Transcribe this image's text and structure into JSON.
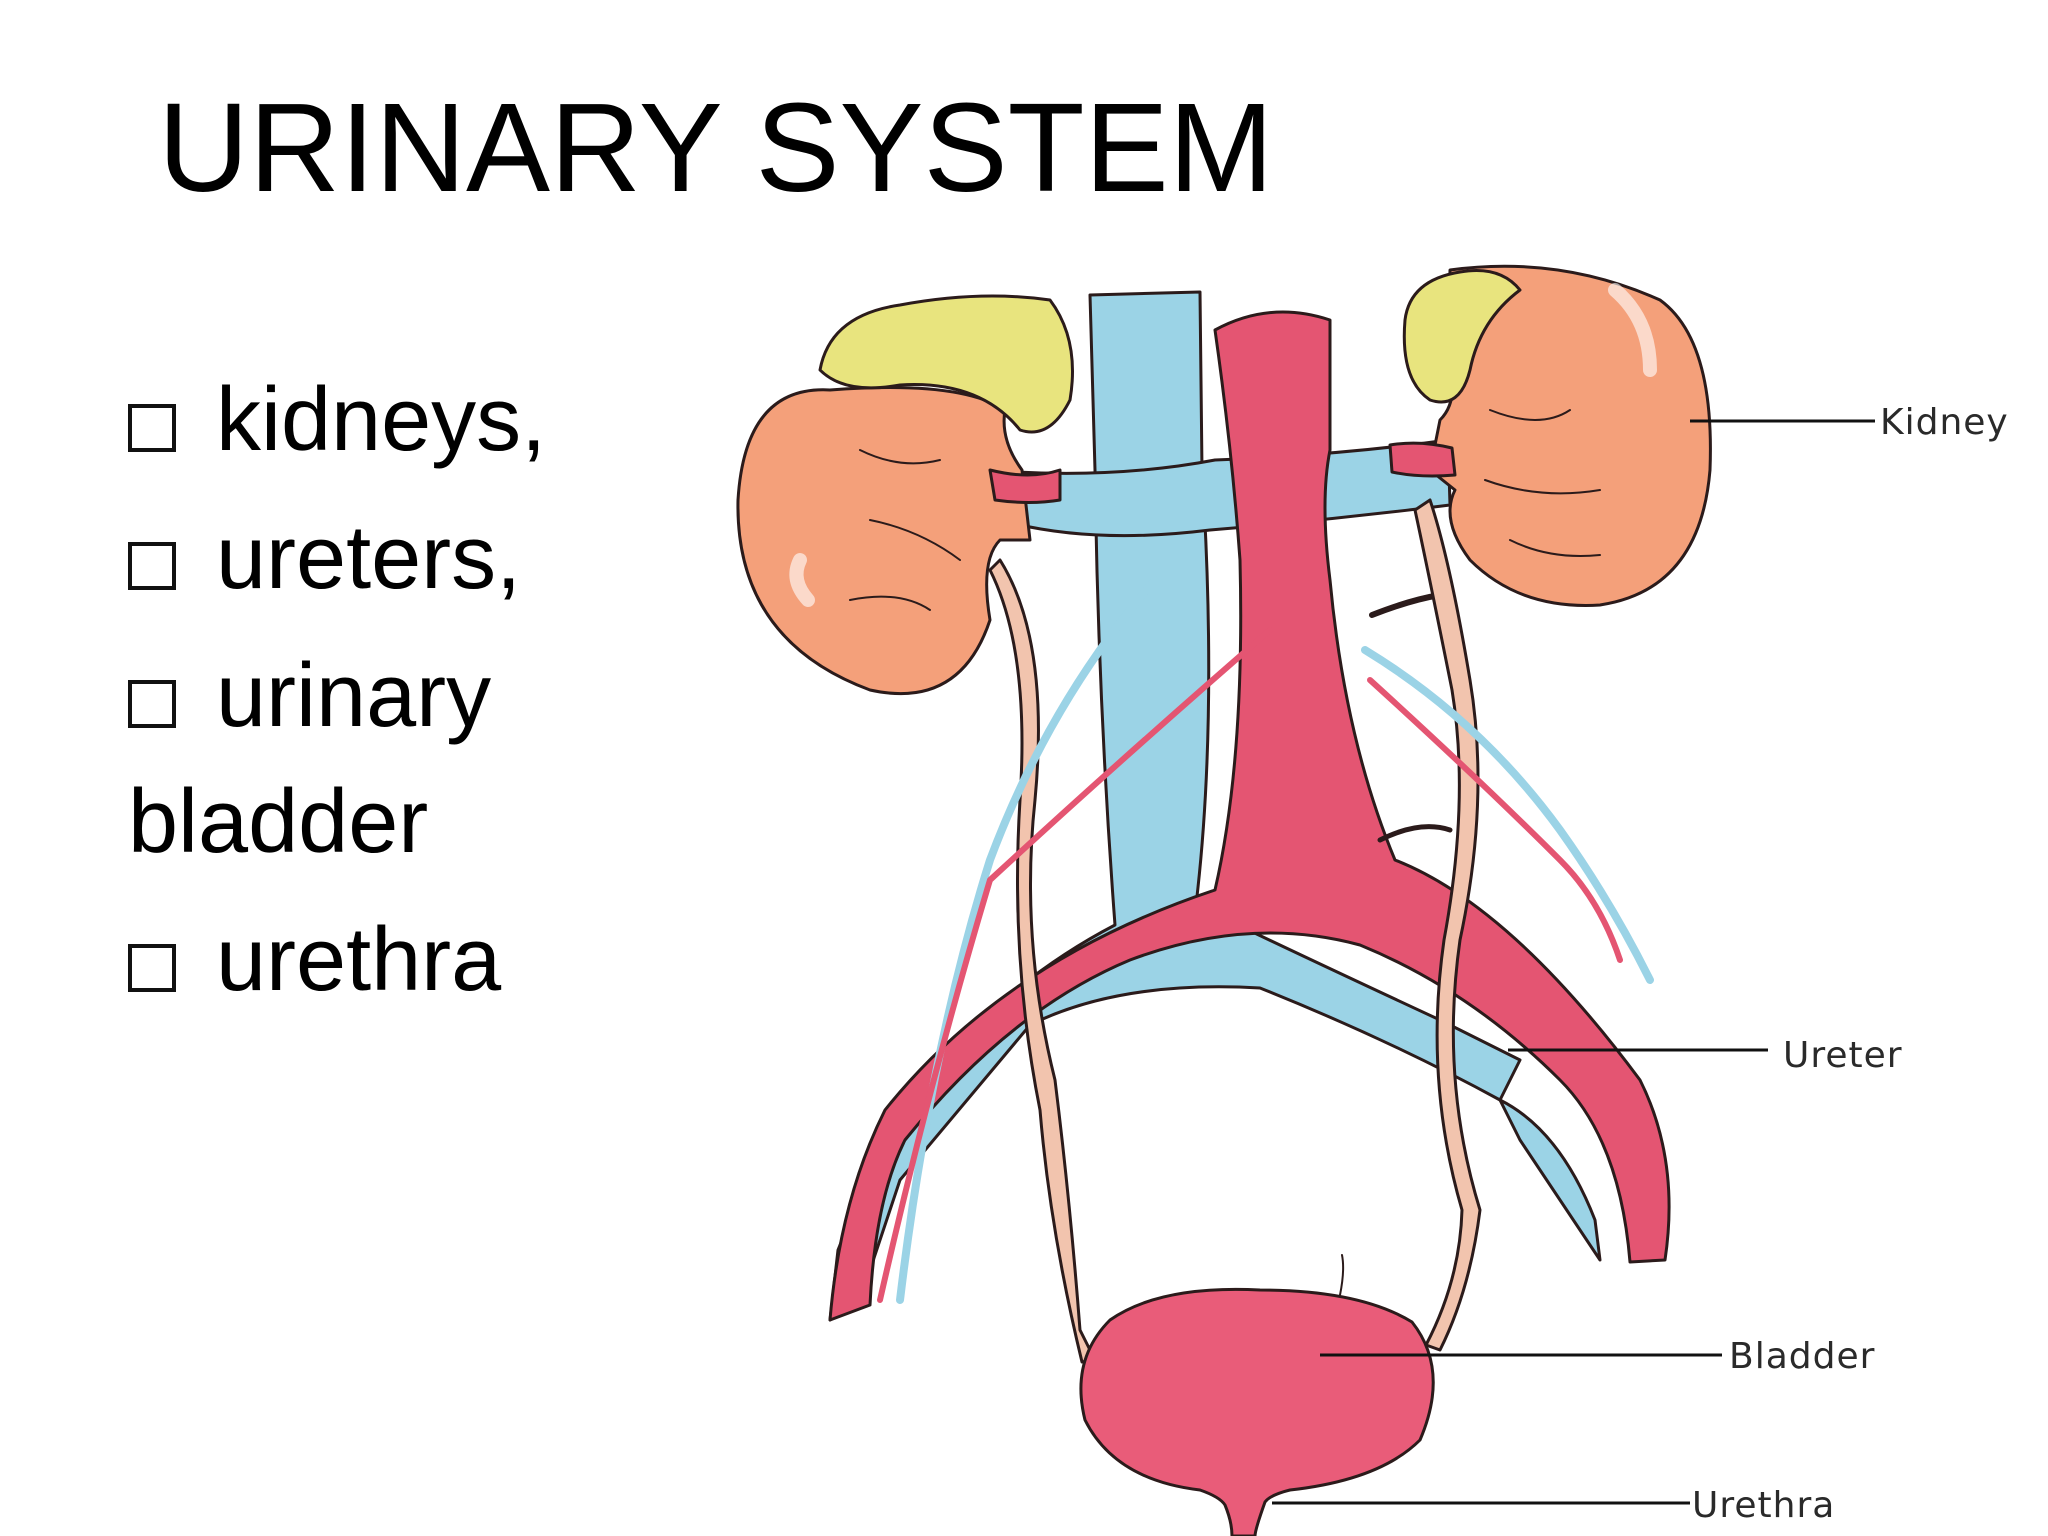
{
  "slide": {
    "title": "URINARY SYSTEM",
    "bullets": [
      {
        "text": "kidneys,",
        "icon": "checkbox-icon"
      },
      {
        "text": "ureters,",
        "icon": "checkbox-icon"
      },
      {
        "text": "urinary",
        "icon": "checkbox-icon"
      },
      {
        "text": "urethra",
        "icon": "checkbox-icon"
      }
    ],
    "continuation": "bladder"
  },
  "diagram": {
    "labels": {
      "kidney": "Kidney",
      "ureter": "Ureter",
      "bladder": "Bladder",
      "urethra": "Urethra"
    },
    "colors": {
      "kidney": "#f4a07a",
      "adrenal": "#e8e47e",
      "vein": "#9bd3e6",
      "artery": "#e45572",
      "ureter": "#f2c4ae",
      "bladder": "#e95c79",
      "outline": "#2b1b1b"
    }
  }
}
